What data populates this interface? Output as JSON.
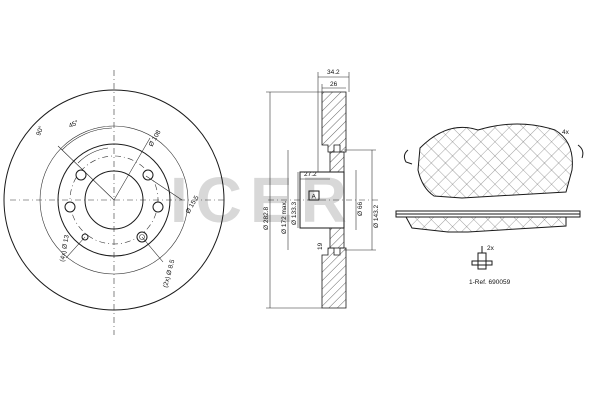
{
  "brand": {
    "logo_text": "ICER"
  },
  "disc_front": {
    "angle_90": "90°",
    "angle_45": "45°",
    "dia_108": "Ø 108",
    "dia_15_5": "Ø 15.5",
    "dia_13": "(4x) Ø 13",
    "dia_8_5": "(2x) Ø 8.5"
  },
  "disc_section": {
    "dim_34_2": "34.2",
    "dim_26": "26",
    "dim_27_2": "27.2",
    "dim_282_8": "Ø 282.8",
    "dim_172": "Ø 172 max.",
    "dim_133_3": "Ø 133.3",
    "marker_a": "A",
    "dim_66": "Ø 66",
    "dim_143_2": "Ø 143.2",
    "dim_19": "19"
  },
  "pads": {
    "qty": "4x"
  },
  "wear_sensor": {
    "qty": "2x",
    "ref_label": "1-Ref. 690059"
  }
}
